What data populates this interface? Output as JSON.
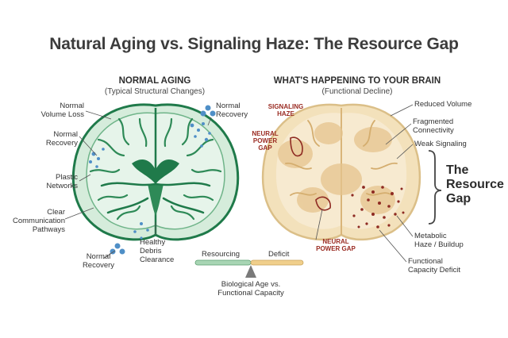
{
  "title": "Natural Aging vs. Signaling Haze: The Resource Gap",
  "left_panel": {
    "heading": "NORMAL AGING",
    "subheading": "(Typical Structural Changes)",
    "labels": {
      "normal_volume_loss": "Normal\nVolume Loss",
      "normal_recovery_left": "Normal\nRecovery",
      "plastic_networks": "Plastic\nNetworks",
      "clear_pathways": "Clear\nCommunication\nPathways",
      "normal_recovery_bottom": "Normal\nRecovery",
      "healthy_debris": "Healthy\nDebris\nClearance",
      "normal_recovery_right": "Normal\nRecovery"
    }
  },
  "right_panel": {
    "heading": "WHAT'S HAPPENING TO YOUR BRAIN",
    "subheading": "(Functional Decline)",
    "labels": {
      "reduced_volume": "Reduced Volume",
      "fragmented": "Fragmented\nConnectivity",
      "weak_signaling": "Weak Signaling",
      "metabolic": "Metabolic\nHaze / Buildup",
      "functional_deficit": "Functional\nCapacity Deficit"
    },
    "red_labels": {
      "signaling_haze": "SIGNALING\nHAZE",
      "neural_power_gap_top": "NEURAL\nPOWER\nGAP",
      "neural_power_gap_bottom": "NEURAL\nPOWER GAP"
    }
  },
  "resource_gap": "The\nResource\nGap",
  "scale": {
    "left_label": "Resourcing",
    "right_label": "Deficit",
    "caption": "Biological Age vs.\nFunctional Capacity"
  },
  "colors": {
    "green_dark": "#1f7a4a",
    "green_light": "#cfe8d6",
    "beige": "#f1dcb2",
    "haze": "#e6c48e",
    "dot_red": "#8e2a22",
    "blue": "#4f8fc7"
  }
}
